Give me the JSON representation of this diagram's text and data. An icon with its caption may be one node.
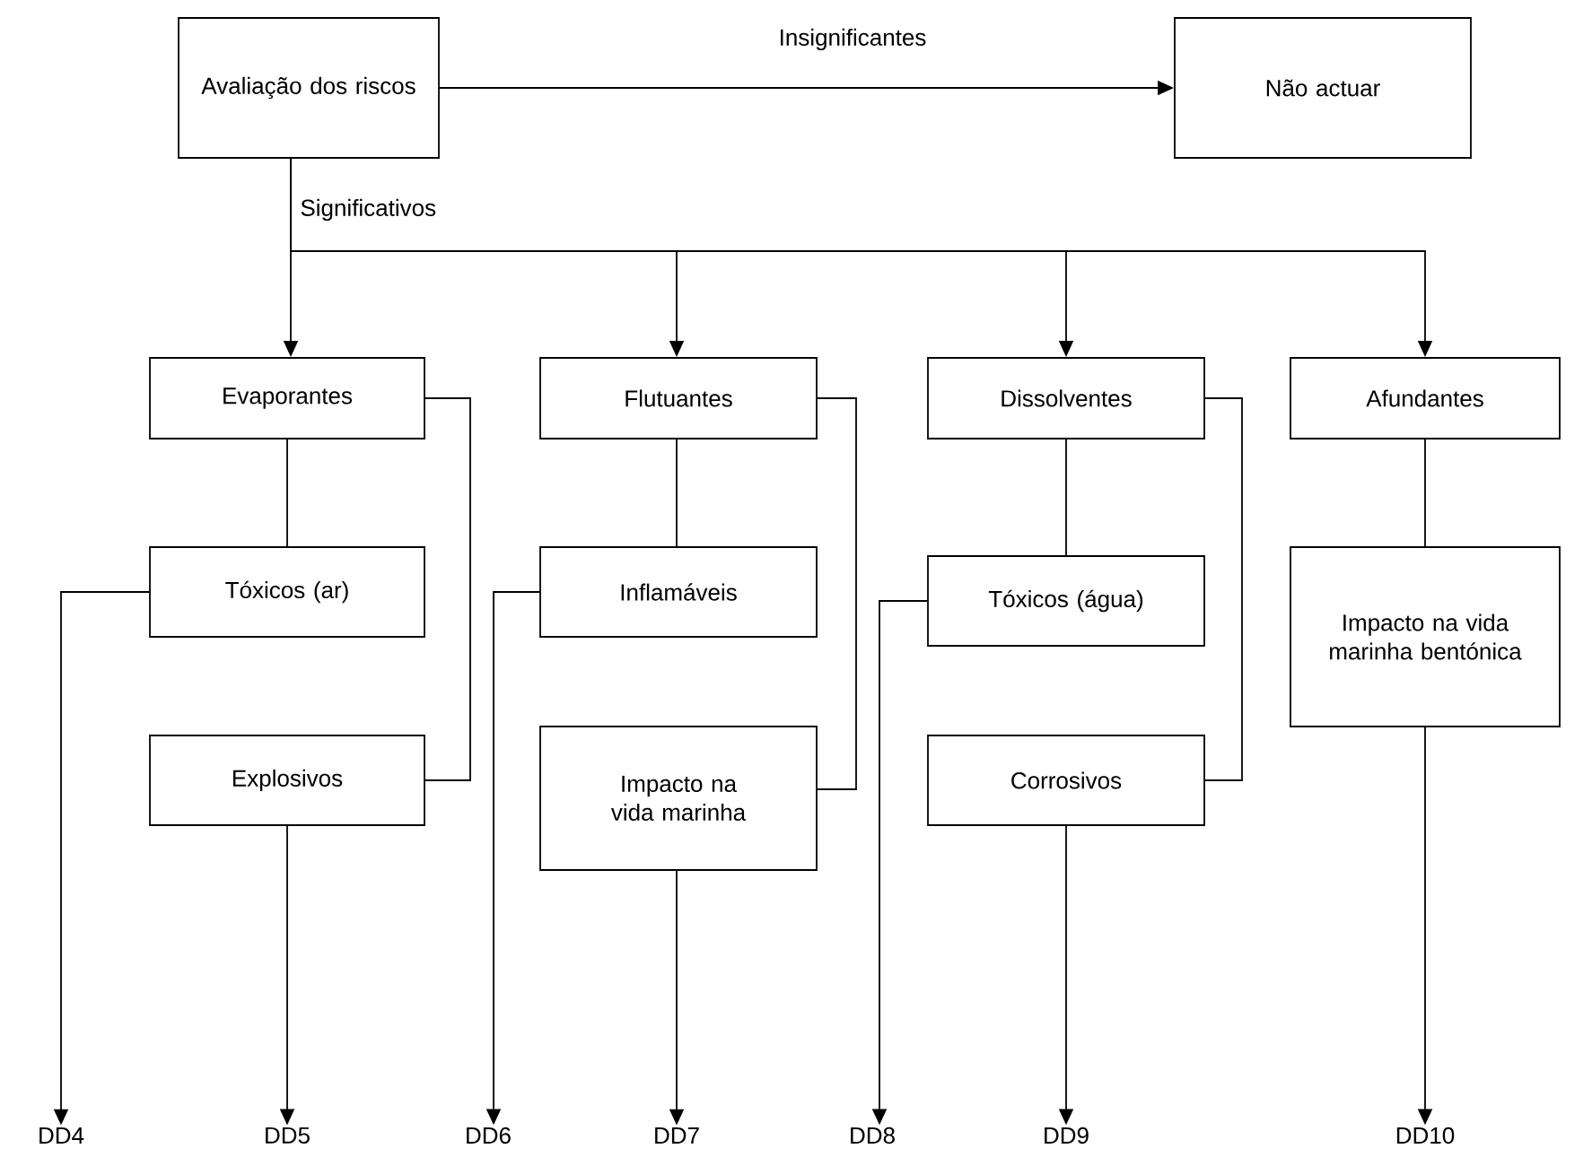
{
  "diagram": {
    "nodes": [
      {
        "text": [
          "Avaliação dos riscos"
        ]
      },
      {
        "text": [
          "Não actuar"
        ]
      },
      {
        "text": [
          "Evaporantes"
        ]
      },
      {
        "text": [
          "Tóxicos (ar)"
        ]
      },
      {
        "text": [
          "Explosivos"
        ]
      },
      {
        "text": [
          "Flutuantes"
        ]
      },
      {
        "text": [
          "Inflamáveis"
        ]
      },
      {
        "text": [
          "Impacto na vida marinha"
        ]
      },
      {
        "text": [
          "Dissolventes"
        ]
      },
      {
        "text": [
          "Tóxicos (água)"
        ]
      },
      {
        "text": [
          "Corrosivos"
        ]
      },
      {
        "text": [
          "Afundantes"
        ]
      },
      {
        "text": [
          "Impacto na vida marinha bentónica"
        ]
      },
      {
        "text": [
          "DD4"
        ]
      },
      {
        "text": [
          "DD5"
        ]
      },
      {
        "text": [
          "DD6"
        ]
      },
      {
        "text": [
          "DD7"
        ]
      },
      {
        "text": [
          "DD8"
        ]
      },
      {
        "text": [
          "DD9"
        ]
      },
      {
        "text": [
          "DD10"
        ]
      }
    ],
    "edges": [
      {
        "from": 0,
        "to": 1,
        "arrow": "to",
        "label": "Insignificantes"
      },
      {
        "from": 0,
        "to": 2,
        "arrow": "to",
        "label": "Significativos"
      },
      {
        "from": 0,
        "to": 5,
        "arrow": "to"
      },
      {
        "from": 0,
        "to": 8,
        "arrow": "to"
      },
      {
        "from": 0,
        "to": 11,
        "arrow": "to"
      },
      {
        "from": 2,
        "to": 3,
        "arrow": "none"
      },
      {
        "from": 2,
        "to": 4,
        "arrow": "none"
      },
      {
        "from": 3,
        "to": 13,
        "arrow": "to"
      },
      {
        "from": 4,
        "to": 14,
        "arrow": "to"
      },
      {
        "from": 5,
        "to": 6,
        "arrow": "none"
      },
      {
        "from": 5,
        "to": 7,
        "arrow": "none"
      },
      {
        "from": 6,
        "to": 15,
        "arrow": "to"
      },
      {
        "from": 7,
        "to": 16,
        "arrow": "to"
      },
      {
        "from": 8,
        "to": 9,
        "arrow": "none"
      },
      {
        "from": 8,
        "to": 10,
        "arrow": "none"
      },
      {
        "from": 9,
        "to": 17,
        "arrow": "to"
      },
      {
        "from": 10,
        "to": 18,
        "arrow": "to"
      },
      {
        "from": 11,
        "to": 12,
        "arrow": "none"
      },
      {
        "from": 12,
        "to": 19,
        "arrow": "to"
      }
    ]
  }
}
